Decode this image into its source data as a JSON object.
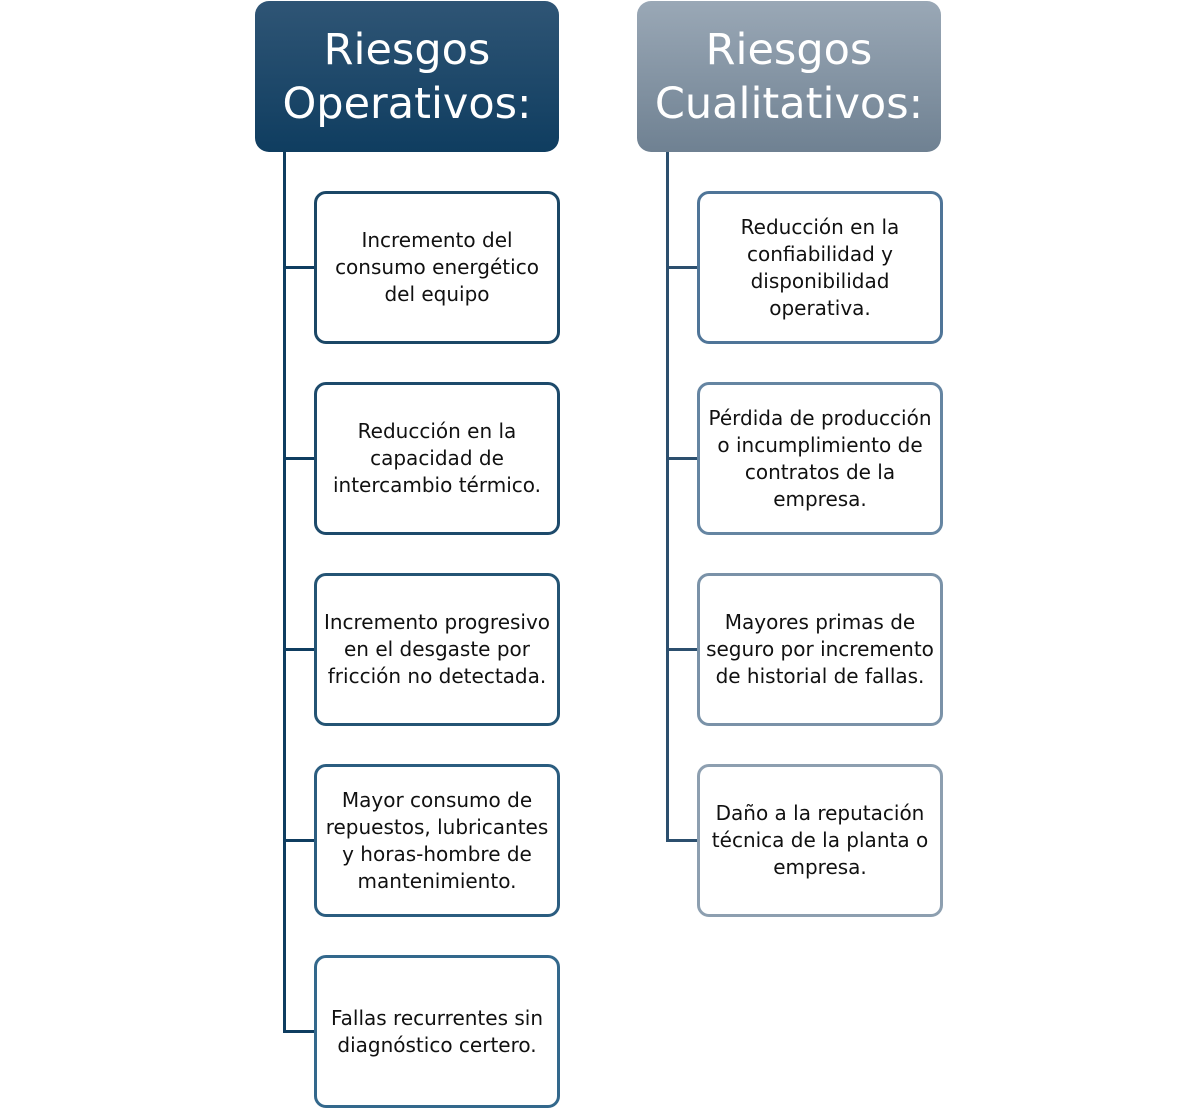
{
  "columns": {
    "operativos": {
      "title": "Riesgos Operativos:",
      "items": [
        "Incremento del consumo energético del equipo",
        "Reducción en la capacidad de intercambio térmico.",
        "Incremento progresivo en el desgaste por fricción no detectada.",
        "Mayor consumo de repuestos, lubricantes y horas-hombre de mantenimiento.",
        "Fallas recurrentes sin diagnóstico certero."
      ]
    },
    "cualitativos": {
      "title": "Riesgos Cualitativos:",
      "items": [
        "Reducción en la confiabilidad y disponibilidad operativa.",
        "Pérdida de producción o incumplimiento de contratos de la empresa.",
        "Mayores primas de seguro por incremento de historial de fallas.",
        "Daño a la reputación técnica de la planta o empresa."
      ]
    }
  },
  "colors": {
    "operativos_header": "#0f3d60",
    "cualitativos_header": "#7f8fa0",
    "card_border_dark": "#0f3d60",
    "card_border_light": "#8fa0b0"
  }
}
